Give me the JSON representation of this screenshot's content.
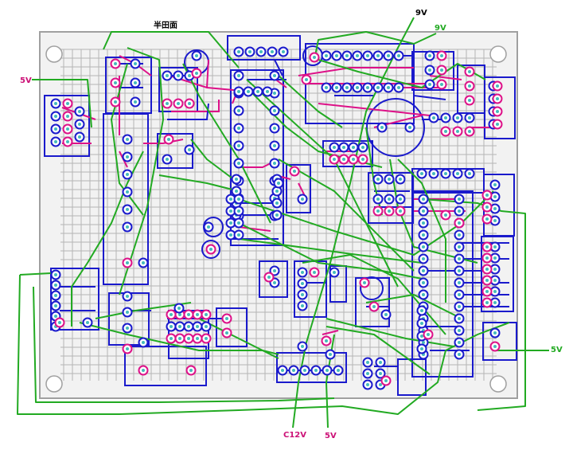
{
  "labels": {
    "solder_side": "半田面",
    "nine_v_top": "9V",
    "nine_v_green": "9V",
    "five_v_left": "5V",
    "five_v_right": "5V",
    "five_v_bottom": "5V",
    "c12v_bottom": "C12V"
  },
  "colors": {
    "board_fill": "#f2f2f2",
    "grid": "#b4b4b4",
    "border": "#a0a0a0",
    "blue": "#1a1acc",
    "magenta": "#dd1188",
    "green": "#22aa22",
    "cyan": "#44bbbb",
    "text_black": "#000000",
    "text_magenta": "#cc1177",
    "text_green": "#22aa22"
  }
}
